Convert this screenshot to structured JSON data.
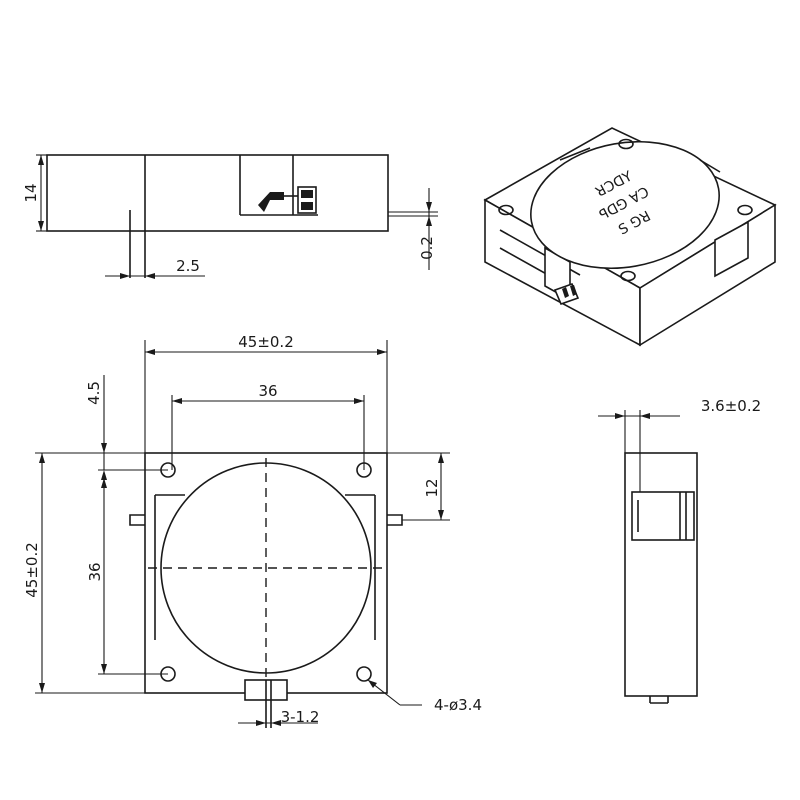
{
  "drawing": {
    "side_view": {
      "height_label": "14",
      "pin_offset_label": "2.5",
      "pin_standoff_label": "0.2"
    },
    "top_view": {
      "width_label": "45±0.2",
      "hole_pitch_x_label": "36",
      "hole_edge_offset_label": "4.5",
      "height_label": "45±0.2",
      "hole_pitch_y_label": "36",
      "tab_position_label": "12",
      "pin_width_label": "3-1.2",
      "mount_hole_callout": "4-ø3.4"
    },
    "end_view": {
      "pin_thickness_label": "3.6±0.2"
    },
    "iso_view": {
      "lid_marking_lines": [
        "ꓤꓛꓷꓬ",
        "ꟼꓷꓨ ꓯꓛ",
        "ꓢ ꓨꓤ"
      ]
    }
  },
  "colors": {
    "ink": "#1a1a1a",
    "background": "#ffffff"
  }
}
